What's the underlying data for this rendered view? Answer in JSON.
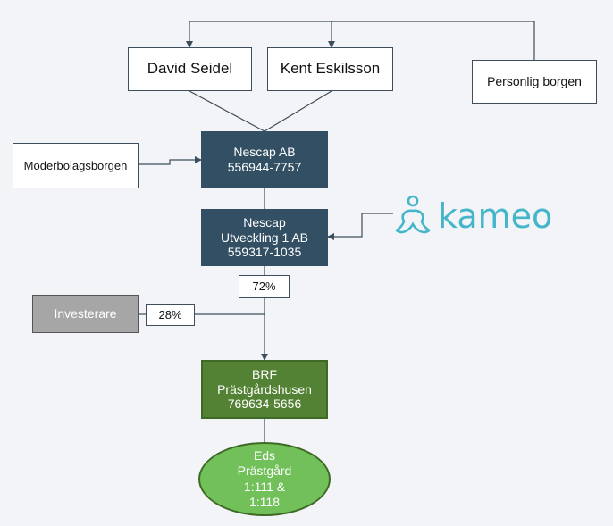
{
  "nodes": {
    "david_seidel": "David Seidel",
    "kent_eskilsson": "Kent Eskilsson",
    "personlig_borgen": "Personlig borgen",
    "moderbolagsborgen": "Moderbolagsborgen",
    "nescap_ab": [
      "Nescap AB",
      "556944-7757"
    ],
    "nescap_utveckling": [
      "Nescap",
      "Utveckling 1 AB",
      "559317-1035"
    ],
    "investerare": "Investerare",
    "brf": [
      "BRF",
      "Prästgårdshusen",
      "769634-5656"
    ],
    "property": [
      "Eds",
      "Prästgård",
      "1:111 &",
      "1:118"
    ]
  },
  "ownership": {
    "nescap_share": "72%",
    "investor_share": "28%"
  },
  "logo": {
    "text": "kameo",
    "color": "#45b6c9"
  },
  "colors": {
    "dark_box": "#324f63",
    "green_box": "#548235",
    "green_ellipse": "#71c05a",
    "gray_box": "#a6a6a6",
    "line": "#3c4d5c"
  }
}
